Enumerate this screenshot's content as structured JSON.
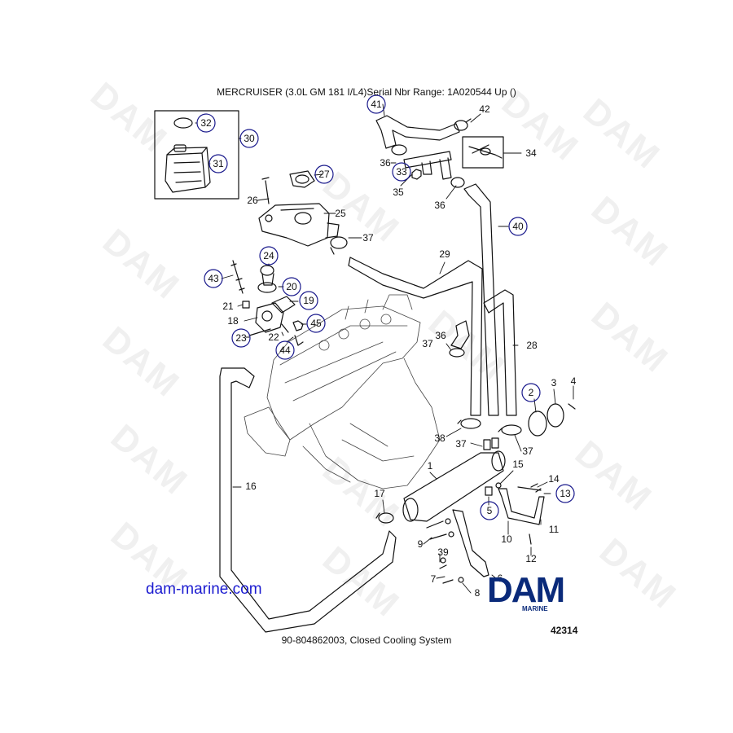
{
  "header": {
    "title": "MERCRUISER (3.0L    GM 181 I/L4)Serial Nbr Range: 1A020544  Up ()"
  },
  "footer": {
    "caption": "90-804862003, Closed Cooling System",
    "figure_number": "42314"
  },
  "branding": {
    "site_url": "dam-marine.com",
    "logo_word": "DAM",
    "logo_sub": "MARINE",
    "watermark": "DAM"
  },
  "colors": {
    "line": "#111111",
    "callout_circle": "#1a1a8c",
    "logo": "#0a2a7a",
    "url": "#1b1bd0"
  },
  "callouts": {
    "circled": [
      "32",
      "30",
      "31",
      "27",
      "41",
      "33",
      "40",
      "24",
      "20",
      "19",
      "43",
      "45",
      "23",
      "44",
      "2",
      "13",
      "5"
    ],
    "plain": [
      "42",
      "34",
      "36",
      "35",
      "36",
      "26",
      "25",
      "37",
      "29",
      "21",
      "18",
      "22",
      "37",
      "36",
      "28",
      "3",
      "4",
      "38",
      "37",
      "37",
      "1",
      "15",
      "14",
      "16",
      "17",
      "10",
      "11",
      "9",
      "12",
      "39",
      "7",
      "6",
      "8"
    ]
  }
}
